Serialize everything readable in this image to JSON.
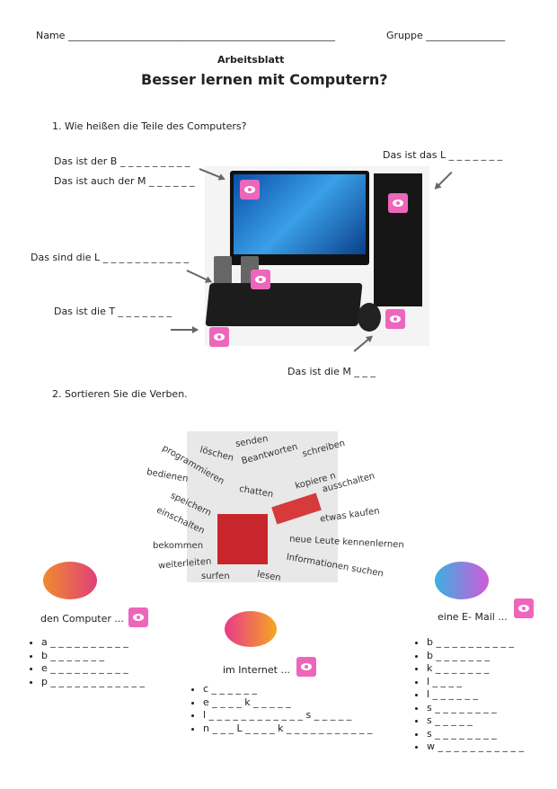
{
  "header": {
    "name_label": "Name ______________________________________________________",
    "group_label": "Gruppe ________________"
  },
  "subtitle": "Arbeitsblatt",
  "title": "Besser lernen mit Computern?",
  "section1": {
    "question": "1. Wie heißen die Teile des Computers?",
    "labels": [
      "Das ist der B _ _ _ _ _ _ _ _ _",
      "Das ist auch der M _ _ _ _ _ _",
      "Das ist das L _ _ _ _ _ _ _",
      "Das sind die L _ _ _ _ _ _ _ _ _ _ _",
      "Das ist die T _ _ _ _ _ _ _",
      "Das ist die M _ _ _"
    ]
  },
  "section2": {
    "question": "2. Sortieren Sie die Verben.",
    "words": [
      "senden",
      "löschen",
      "Beantworten",
      "schreiben",
      "programmieren",
      "bedienen",
      "chatten",
      "kopiere n",
      "ausschalten",
      "speichern",
      "einschalten",
      "etwas kaufen",
      "bekommen",
      "neue Leute kennenlernen",
      "weiterleiten",
      "Informationen suchen",
      "surfen",
      "lesen"
    ],
    "groups": [
      {
        "title": "den Computer ...",
        "items": [
          "a _ _ _ _ _ _ _ _ _ _",
          "b _ _ _ _ _ _ _",
          "e _ _ _ _ _ _ _ _ _ _",
          "p _ _ _ _ _ _ _ _ _ _ _ _"
        ]
      },
      {
        "title": "im Internet ...",
        "items": [
          "c _ _ _ _ _ _",
          "e _ _ _ _   k _ _ _ _ _",
          "l _ _ _ _ _ _ _ _ _ _ _ _   s _ _ _ _ _",
          "n _ _ _  L _ _ _ _  k _ _ _ _ _ _ _ _ _ _ _"
        ]
      },
      {
        "title": "eine E- Mail ...",
        "items": [
          "b _ _ _ _ _ _ _ _ _ _",
          "b _ _ _ _ _ _ _",
          "k _ _ _ _ _ _ _",
          "l _ _ _ _",
          "l _ _ _ _ _ _",
          "s _ _ _ _ _ _ _ _",
          "s _ _ _ _ _",
          "s _ _ _ _ _ _ _ _",
          "w _ _ _ _ _ _ _ _ _ _ _"
        ]
      }
    ]
  },
  "colors": {
    "eye_button": "#ee66bb"
  }
}
